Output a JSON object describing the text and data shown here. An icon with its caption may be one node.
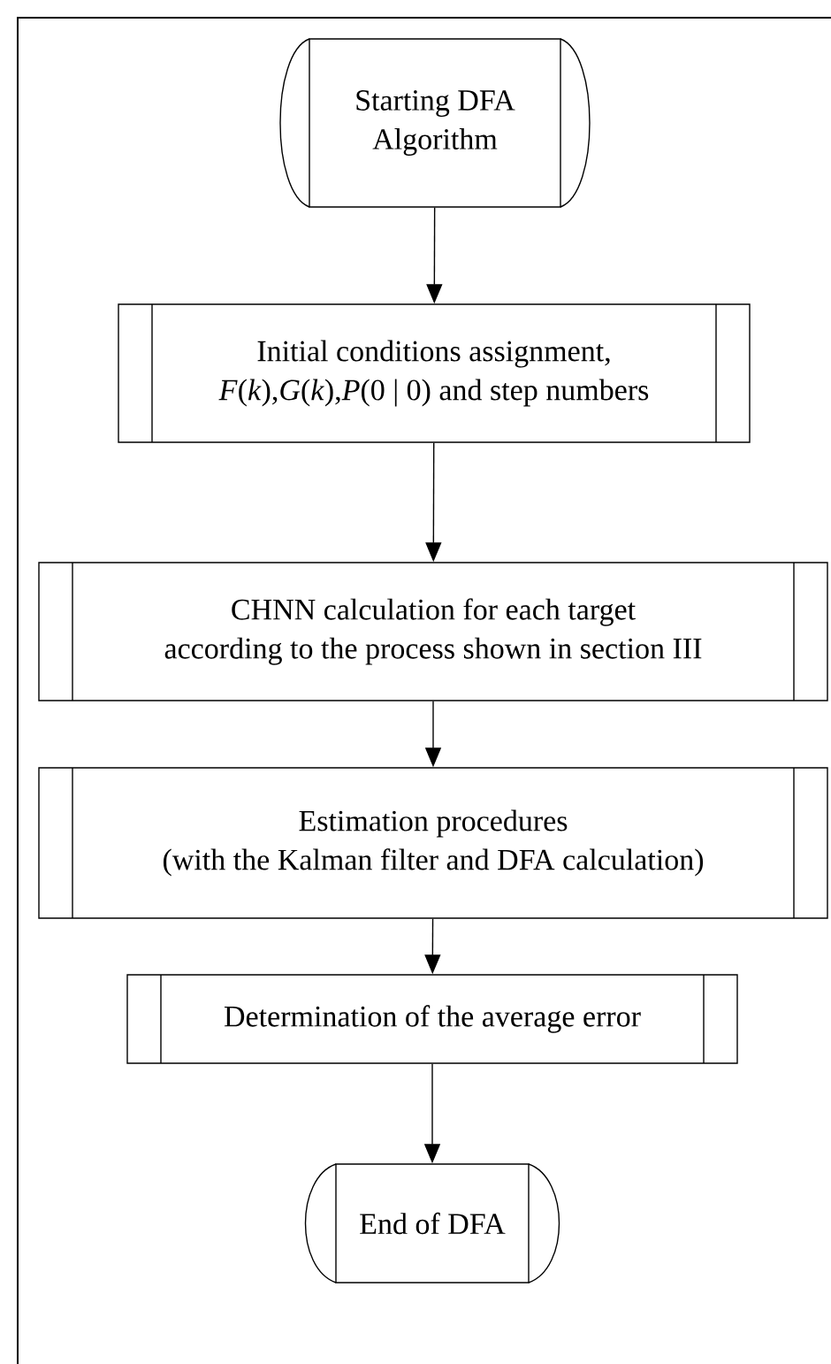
{
  "diagram": {
    "nodes": [
      {
        "text": [
          "Starting DFA Algorithm"
        ]
      },
      {
        "text": [
          "Initial conditions assignment,",
          "*F*(*k*),*G*(*k*),*P*(0 | 0) and step numbers"
        ]
      },
      {
        "text": [
          "CHNN calculation for each target",
          "according to the process shown in section III"
        ]
      },
      {
        "text": [
          "Estimation procedures",
          "(with the Kalman filter and DFA calculation)"
        ]
      },
      {
        "text": [
          "Determination of the average error"
        ]
      },
      {
        "text": [
          "End of DFA"
        ]
      }
    ],
    "edges": [
      {
        "from": 0,
        "to": 1,
        "arrow": "to"
      },
      {
        "from": 1,
        "to": 2,
        "arrow": "to"
      },
      {
        "from": 2,
        "to": 3,
        "arrow": "to"
      },
      {
        "from": 3,
        "to": 4,
        "arrow": "to"
      },
      {
        "from": 4,
        "to": 5,
        "arrow": "to"
      }
    ]
  }
}
